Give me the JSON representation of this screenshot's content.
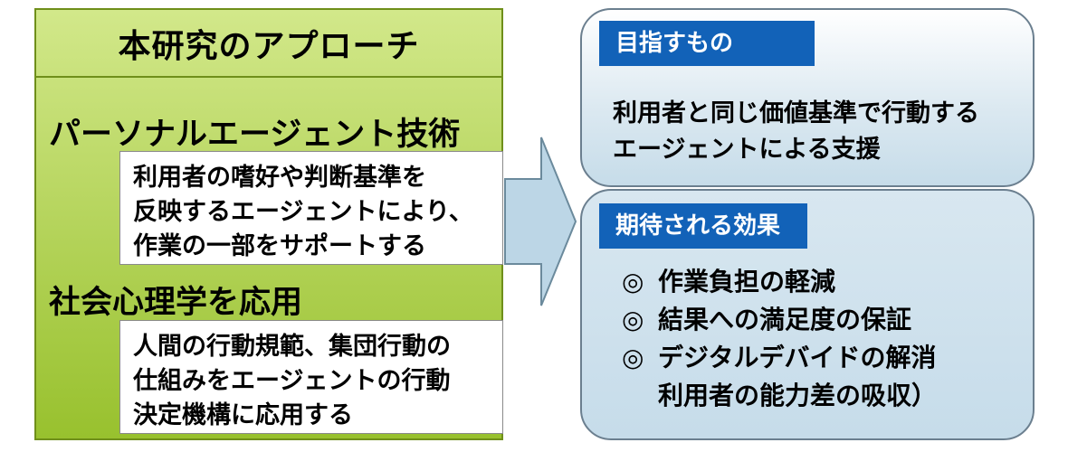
{
  "left": {
    "title": "本研究のアプローチ",
    "section1": {
      "heading": "パーソナルエージェント技術",
      "lines": [
        "利用者の嗜好や判断基準を",
        "反映するエージェントにより、",
        "作業の一部をサポートする"
      ]
    },
    "section2": {
      "heading": "社会心理学を応用",
      "lines": [
        "人間の行動規範、集団行動の",
        "仕組みをエージェントの行動",
        "決定機構に応用する"
      ]
    }
  },
  "goal": {
    "label": "目指すもの",
    "lines": [
      "利用者と同じ価値基準で行動する",
      "エージェントによる支援"
    ]
  },
  "effects": {
    "label": "期待される効果",
    "bullet": "◎",
    "items": [
      "作業負担の軽減",
      "結果への満足度の保証",
      "デジタルデバイドの解消"
    ],
    "continuation": "利用者の能力差の吸収）"
  },
  "colors": {
    "left_panel": "#b2d257",
    "label_bg": "#1262b8",
    "card_bg": "#c6dce9",
    "arrow": "#bcd6e6"
  }
}
